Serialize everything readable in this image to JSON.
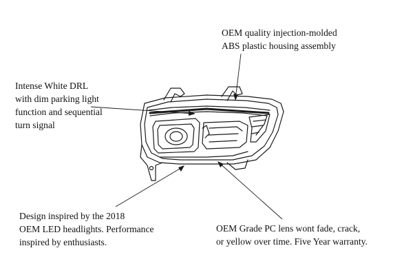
{
  "callouts": {
    "housing": {
      "lines": [
        "OEM quality injection-molded",
        "ABS plastic housing assembly"
      ]
    },
    "drl": {
      "lines": [
        "Intense White DRL",
        "with dim parking light",
        "function and sequential",
        "turn signal"
      ]
    },
    "design": {
      "lines": [
        "Design inspired by the 2018",
        "OEM LED headlights. Performance",
        "inspired by enthusiasts."
      ]
    },
    "lens": {
      "lines": [
        "OEM Grade PC lens wont fade, crack,",
        "or yellow over time. Five Year warranty."
      ]
    }
  },
  "colors": {
    "text": "#111111",
    "stroke": "#1a1a1a",
    "background": "#ffffff"
  }
}
